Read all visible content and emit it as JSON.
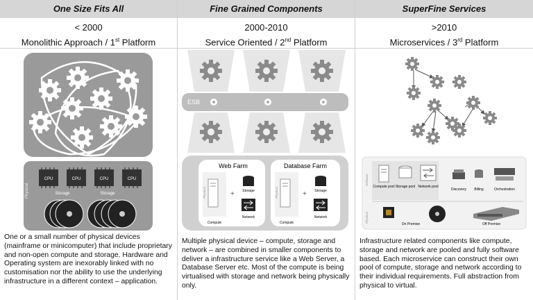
{
  "columns": [
    {
      "title": "One Size Fits All",
      "era_line1": "< 2000",
      "era_line2_pre": "Monolithic Approach / 1",
      "era_sup": "st",
      "era_line2_post": " Platform",
      "chips": [
        "CPU",
        "CPU",
        "CPU",
        "CPU"
      ],
      "physical_label": "Physical",
      "storage_labels": [
        "Storage",
        "Storage"
      ],
      "description": "One or a small number of physical devices (mainframe or minicomputer) that include proprietary and non-open compute and storage. Hardware and Operating system are inexorably linked with no customisation nor the ability to use the underlying infrastructure in a different context – application."
    },
    {
      "title": "Fine Grained Components",
      "era_line1": "2000-2010",
      "era_line2_pre": "Service Oriented / 2",
      "era_sup": "nd",
      "era_line2_post": " Platform",
      "esb_label": "ESB",
      "farms": [
        {
          "title": "Web Farm",
          "compute": "Compute",
          "storage": "Storage",
          "network": "Network",
          "physical": "Physical"
        },
        {
          "title": "Database Farm",
          "compute": "Compute",
          "storage": "Storage",
          "network": "Network",
          "physical": "Physical"
        }
      ],
      "description": "Multiple physical device – compute, storage and network – are combined in smaller components to deliver a infrastructure service like a Web Server, a Database Server etc. Most of the compute is being virtualised with storage and network being physically only."
    },
    {
      "title": "SuperFine Services",
      "era_line1": ">2010",
      "era_line2_pre": "Microservices / 3",
      "era_sup": "rd",
      "era_line2_post": " Platform",
      "software_label": "Software",
      "physical_label": "Physical",
      "pools": [
        "Compute pool",
        "Storage pool",
        "Network pool"
      ],
      "services": [
        "Discovery",
        "Billing",
        "Orchestration"
      ],
      "physical_items": [
        "On Premise",
        "Off Premise"
      ],
      "description": "Infrastructure related components like compute, storage and network are pooled and fully software based. Each microservice can construct their own pool of compute, storage and network according to their individual requirements. Full abstraction from physical to virtual."
    }
  ]
}
